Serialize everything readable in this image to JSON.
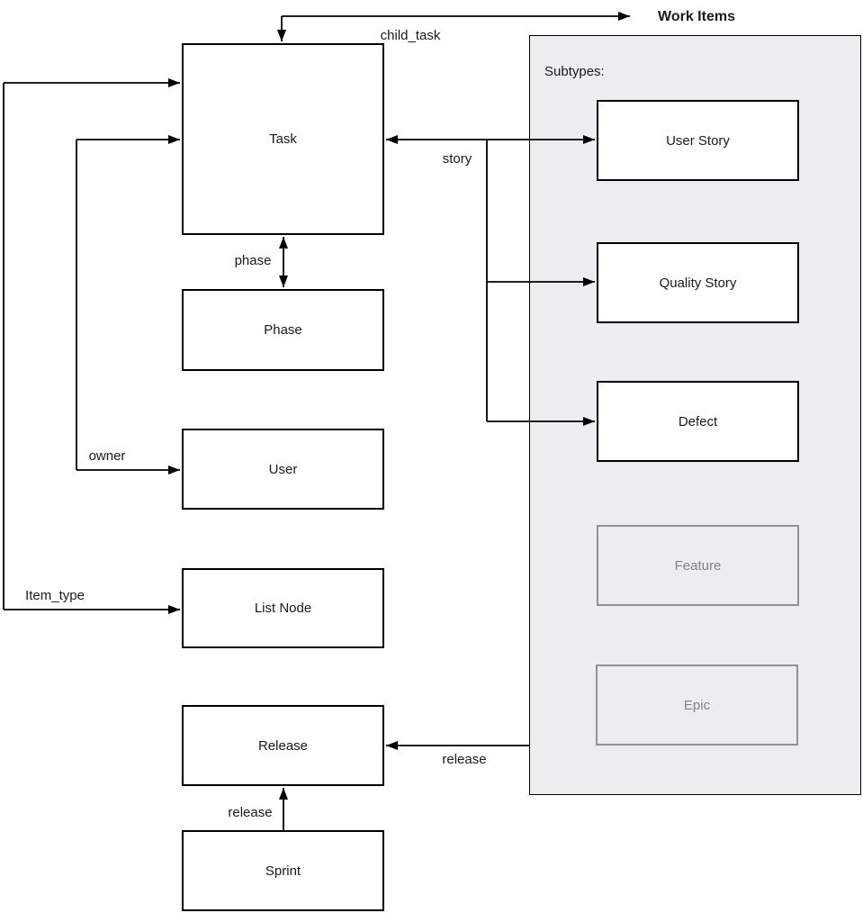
{
  "diagram": {
    "title": "Work Items",
    "subtypes_heading": "Subtypes:",
    "nodes": {
      "task": "Task",
      "phase": "Phase",
      "user": "User",
      "list_node": "List Node",
      "release": "Release",
      "sprint": "Sprint",
      "user_story": "User Story",
      "quality_story": "Quality Story",
      "defect": "Defect",
      "feature": "Feature",
      "epic": "Epic"
    },
    "edge_labels": {
      "child_task": "child_task",
      "story": "story",
      "phase": "phase",
      "owner": "owner",
      "item_type": "Item_type",
      "release_workitems": "release",
      "release_sprint": "release"
    },
    "colors": {
      "line": "#000000",
      "text": "#1a1a1a",
      "panel_fill": "#ecedee",
      "panel_border": "#000000",
      "box_fill": "#ffffff",
      "box_border": "#000000",
      "disabled_border": "#909294",
      "disabled_text": "#818387",
      "canvas_bg": "#ffffff"
    }
  }
}
